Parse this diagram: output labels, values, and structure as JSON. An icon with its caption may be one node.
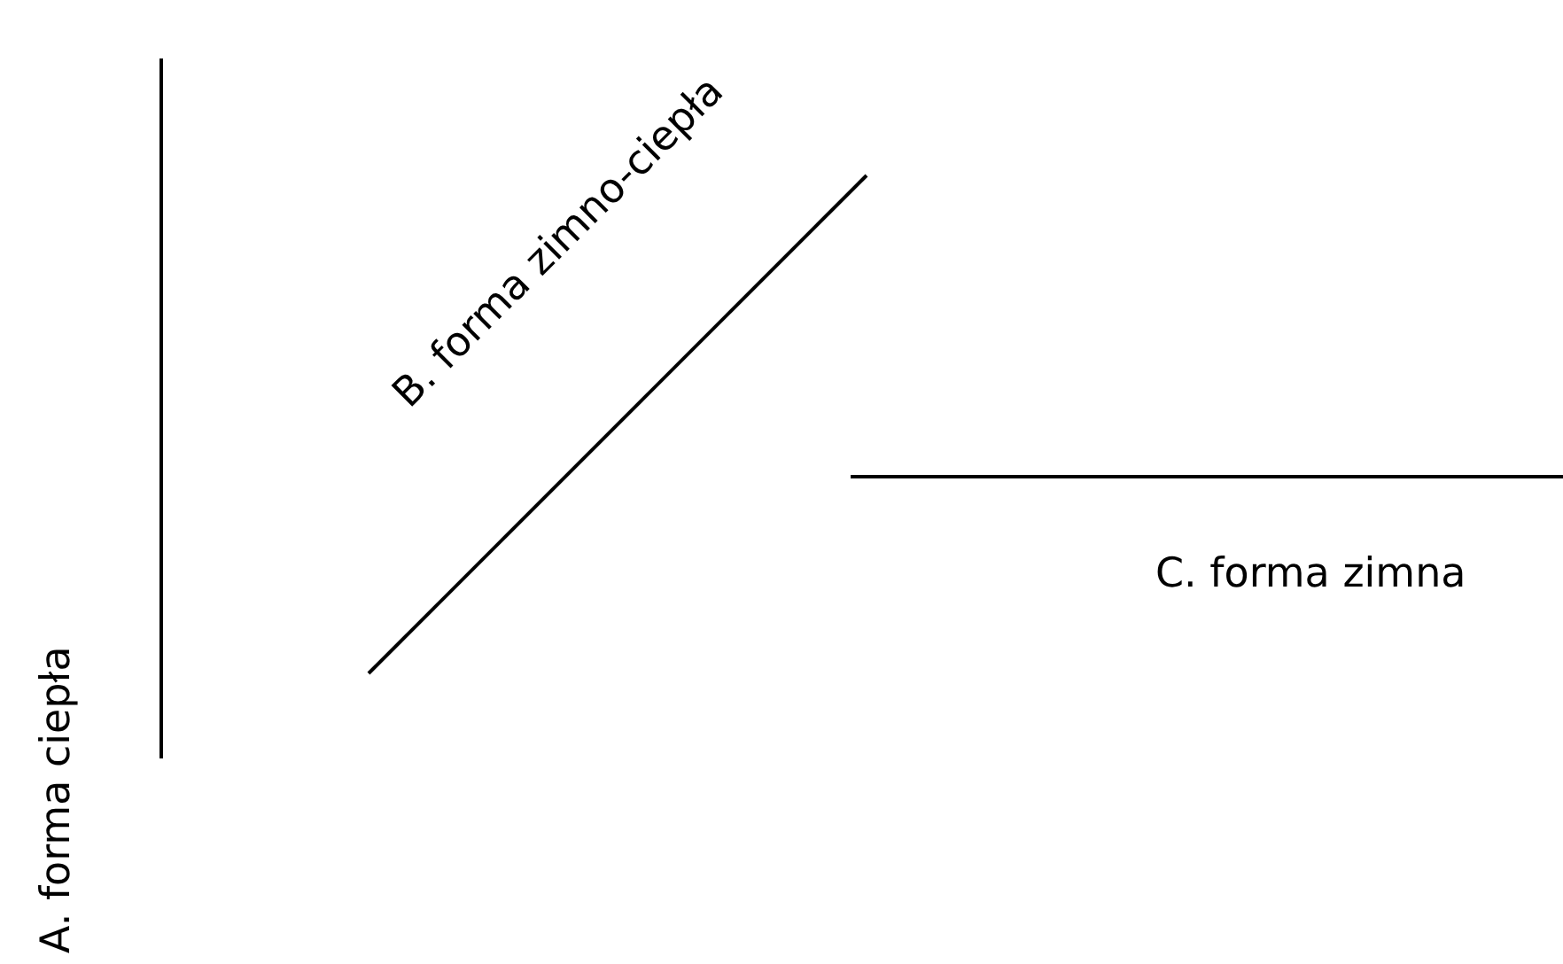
{
  "diagram": {
    "labels": [
      "A. forma ciepła",
      "B. forma zimno-ciepła",
      "C. forma zimna"
    ]
  }
}
